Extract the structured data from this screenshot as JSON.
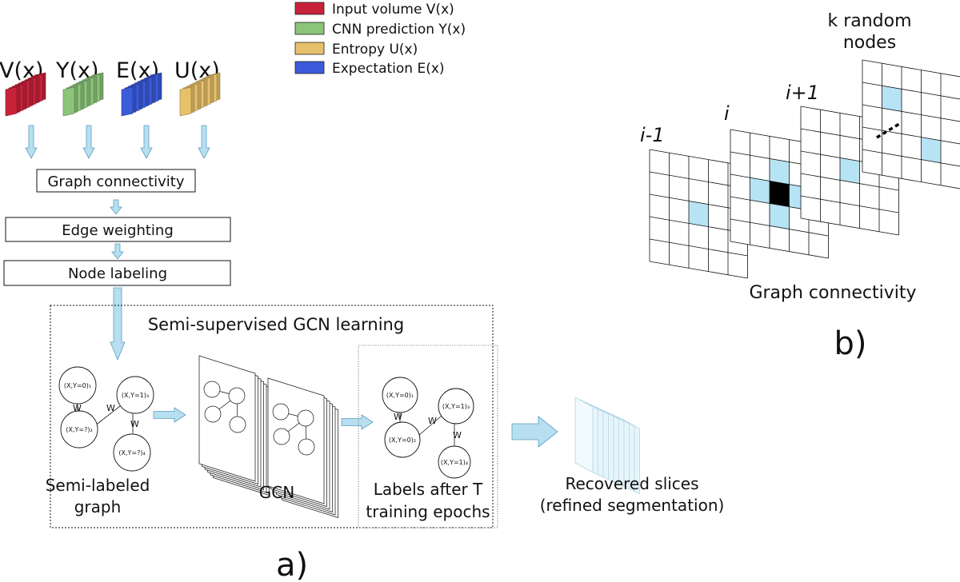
{
  "colors": {
    "input_volume": "#c8223a",
    "cnn_prediction": "#8cc47a",
    "entropy": "#e6c16a",
    "expectation": "#3b5bdb",
    "arrow_fill": "#b7dff0",
    "arrow_stroke": "#5a9fc2",
    "highlight": "#b7e4f4",
    "center": "#000000"
  },
  "legend": [
    {
      "label": "Input volume V(x)",
      "color_key": "input_volume"
    },
    {
      "label": "CNN prediction Y(x)",
      "color_key": "cnn_prediction"
    },
    {
      "label": "Entropy U(x)",
      "color_key": "entropy"
    },
    {
      "label": "Expectation E(x)",
      "color_key": "expectation"
    }
  ],
  "volumes": [
    {
      "label": "V(x)",
      "color_key": "input_volume"
    },
    {
      "label": "Y(x)",
      "color_key": "cnn_prediction"
    },
    {
      "label": "E(x)",
      "color_key": "expectation"
    },
    {
      "label": "U(x)",
      "color_key": "entropy"
    }
  ],
  "pipeline": {
    "graph_connectivity": "Graph connectivity",
    "edge_weighting": "Edge weighting",
    "node_labeling": "Node labeling"
  },
  "gcn_section": {
    "title": "Semi-supervised GCN learning",
    "semi_labeled_graph": {
      "label_line1": "Semi-labeled",
      "label_line2": "graph",
      "nodes": [
        "(X,Y=0)₁",
        "(X,Y=1)₃",
        "(X,Y=?)₂",
        "(X,Y=?)₄"
      ],
      "edge_weight": "W"
    },
    "gcn_label": "GCN",
    "trained_graph": {
      "label_line1": "Labels after T",
      "label_line2": "training epochs",
      "nodes": [
        "(X,Y=0)₁",
        "(X,Y=1)₃",
        "(X,Y=0)₂",
        "(X,Y=1)₄"
      ],
      "edge_weight": "W"
    }
  },
  "recovered": {
    "line1": "Recovered slices",
    "line2": "(refined segmentation)"
  },
  "panel_a_label": "a)",
  "panel_b": {
    "slice_labels": [
      "i-1",
      "i",
      "i+1"
    ],
    "random_nodes_line1": "k random",
    "random_nodes_line2": "nodes",
    "caption": "Graph connectivity",
    "panel_label": "b)"
  }
}
